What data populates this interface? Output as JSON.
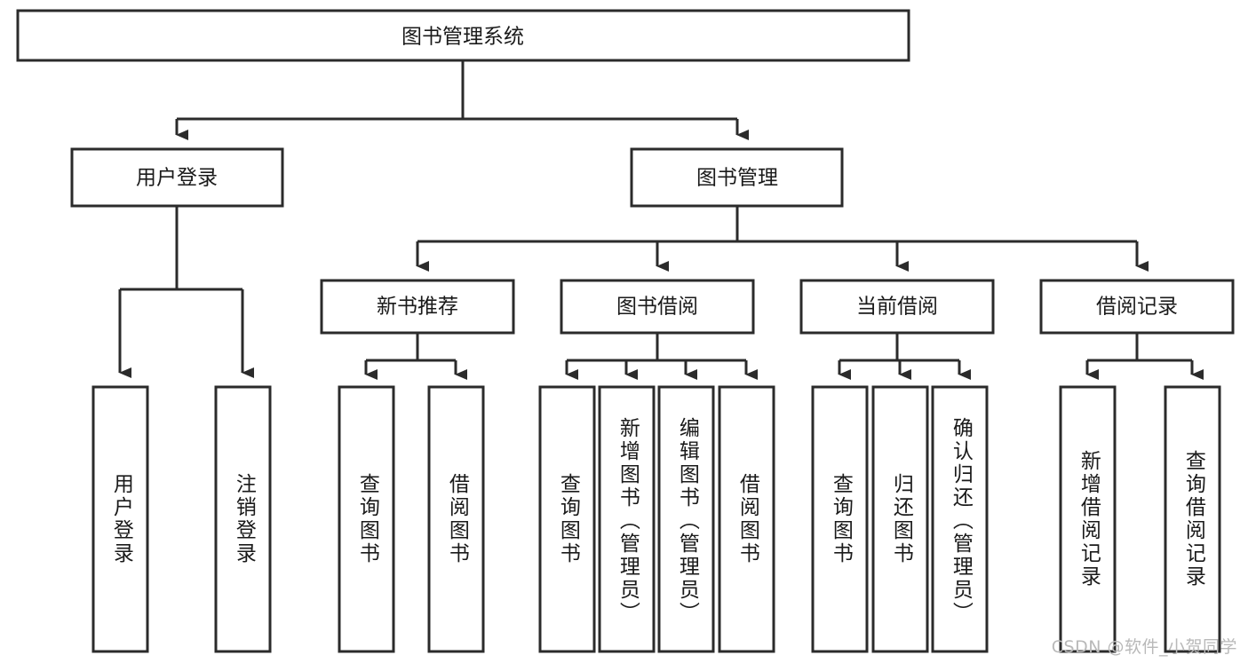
{
  "diagram": {
    "type": "tree-hierarchy",
    "title": "图书管理系统",
    "root": {
      "label": "图书管理系统",
      "orientation": "horizontal"
    },
    "level2": [
      {
        "label": "用户登录",
        "orientation": "horizontal"
      },
      {
        "label": "图书管理",
        "orientation": "horizontal"
      }
    ],
    "level3": [
      {
        "label": "新书推荐",
        "orientation": "horizontal"
      },
      {
        "label": "图书借阅",
        "orientation": "horizontal"
      },
      {
        "label": "当前借阅",
        "orientation": "horizontal"
      },
      {
        "label": "借阅记录",
        "orientation": "horizontal"
      }
    ],
    "leaves": {
      "user_login": [
        {
          "label": "用户登录",
          "orientation": "vertical"
        },
        {
          "label": "注销登录",
          "orientation": "vertical"
        }
      ],
      "new_book_recommend": [
        {
          "label": "查询图书",
          "orientation": "vertical"
        },
        {
          "label": "借阅图书",
          "orientation": "vertical"
        }
      ],
      "book_borrow": [
        {
          "label": "查询图书",
          "orientation": "vertical"
        },
        {
          "label": "新增图书（管理员）",
          "orientation": "vertical"
        },
        {
          "label": "编辑图书（管理员）",
          "orientation": "vertical"
        },
        {
          "label": "借阅图书",
          "orientation": "vertical"
        }
      ],
      "current_borrow": [
        {
          "label": "查询图书",
          "orientation": "vertical"
        },
        {
          "label": "归还图书",
          "orientation": "vertical"
        },
        {
          "label": "确认归还（管理员）",
          "orientation": "vertical"
        }
      ],
      "borrow_record": [
        {
          "label": "新增借阅记录",
          "orientation": "vertical"
        },
        {
          "label": "查询借阅记录",
          "orientation": "vertical"
        }
      ]
    },
    "colors": {
      "stroke": "#2b2b2b",
      "fill": "#ffffff",
      "text": "#1a1a1a",
      "watermark": "#b9b9b9",
      "background": "#ffffff"
    }
  },
  "watermark": {
    "text": "CSDN @软件_小贺同学"
  }
}
